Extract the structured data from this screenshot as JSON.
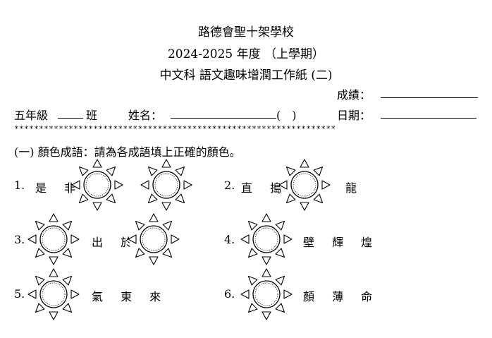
{
  "header": {
    "school": "路德會聖十架學校",
    "year": "2024-2025 年度 （上學期）",
    "subject": "中文科 語文趣味增潤工作紙 (二)"
  },
  "fields": {
    "score_label": "成績：",
    "grade_label": "五年級",
    "class_label": "班",
    "name_label": "姓名：",
    "number_paren": "(　)",
    "date_label": "日期："
  },
  "separator": "*****************************************************************",
  "section": {
    "title": "(一) 顏色成語：請為各成語填上正確的顏色。"
  },
  "questions": [
    {
      "num": "1.",
      "before": "是 非",
      "after": ""
    },
    {
      "num": "2.",
      "before": "直 搗",
      "after": "龍"
    },
    {
      "num": "3.",
      "before": "",
      "after": "出 於"
    },
    {
      "num": "4.",
      "before": "",
      "after": "壁 輝 煌"
    },
    {
      "num": "5.",
      "before": "",
      "after": "氣 東 來"
    },
    {
      "num": "6.",
      "before": "",
      "after": "顏 薄 命"
    }
  ]
}
